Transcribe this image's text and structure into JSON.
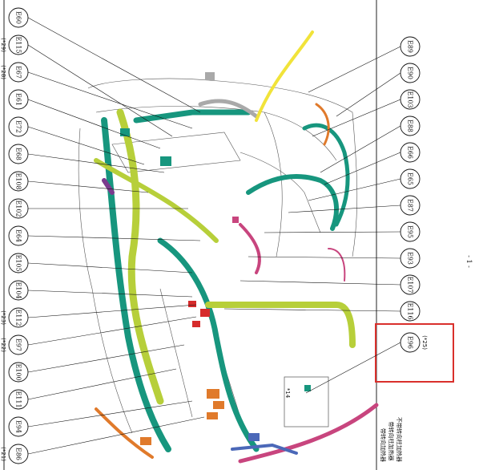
{
  "left_connectors": [
    {
      "code": "E60",
      "note": ""
    },
    {
      "code": "E115",
      "note": "(*29)"
    },
    {
      "code": "E67",
      "note": "(*28)"
    },
    {
      "code": "E61",
      "note": ""
    },
    {
      "code": "E72",
      "note": ""
    },
    {
      "code": "E68",
      "note": ""
    },
    {
      "code": "E108",
      "note": ""
    },
    {
      "code": "E102",
      "note": ""
    },
    {
      "code": "E64",
      "note": ""
    },
    {
      "code": "E105",
      "note": ""
    },
    {
      "code": "E104",
      "note": ""
    },
    {
      "code": "E112",
      "note": "(*23)"
    },
    {
      "code": "E97",
      "note": "(*22)"
    },
    {
      "code": "E100",
      "note": ""
    },
    {
      "code": "E111",
      "note": ""
    },
    {
      "code": "E94",
      "note": ""
    },
    {
      "code": "E86",
      "note": "(*21)"
    }
  ],
  "right_connectors": [
    {
      "code": "E89"
    },
    {
      "code": "E90"
    },
    {
      "code": "E103"
    },
    {
      "code": "E88"
    },
    {
      "code": "E66"
    },
    {
      "code": "E65"
    },
    {
      "code": "E87"
    },
    {
      "code": "E95"
    },
    {
      "code": "E93"
    },
    {
      "code": "E107"
    },
    {
      "code": "E116"
    }
  ],
  "highlight": {
    "code": "E96",
    "note": "(*25)",
    "box_color": "#d9302c"
  },
  "inset_label": "*14",
  "page_number": "- 1 -",
  "legend_notes": [
    "带转向加热器",
    "带转向柱加热器",
    "不带转向柱加热器"
  ],
  "colors": {
    "teal": "#17967e",
    "lime": "#b7cf3a",
    "yellow": "#f1e33a",
    "orange": "#e07a2b",
    "red": "#d62b2b",
    "magenta": "#c8457e",
    "purple": "#7b3b8e",
    "blue": "#4b68b8",
    "gray": "#a9a9a9"
  }
}
